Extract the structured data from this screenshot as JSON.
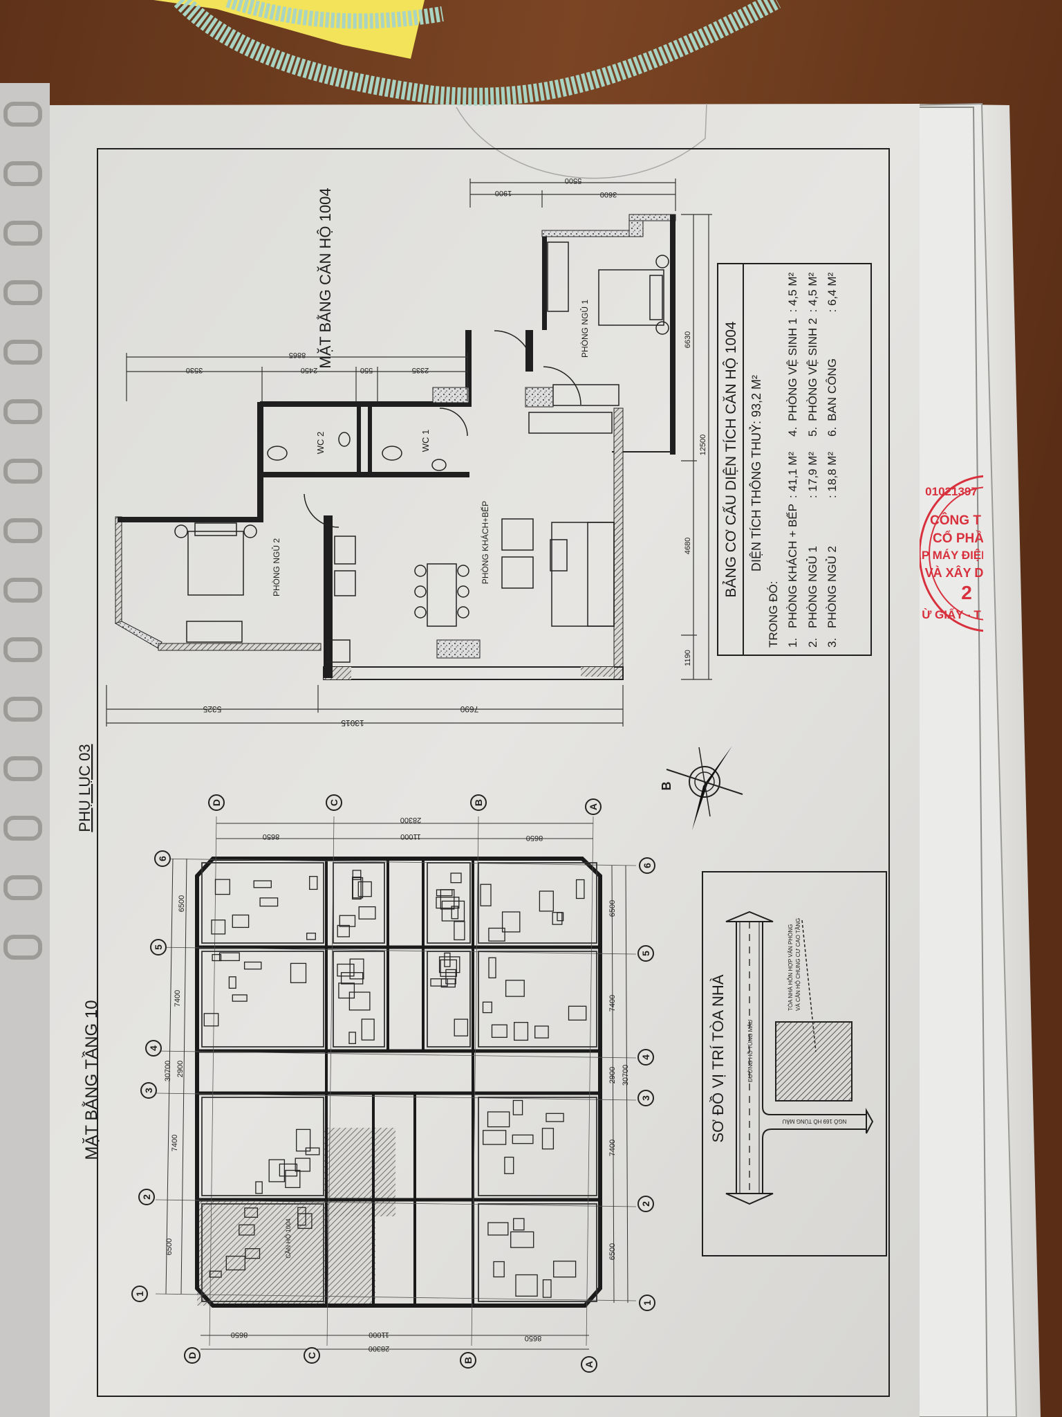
{
  "apartment_plan": {
    "title": "MẶT BẰNG CĂN HỘ 1004",
    "rooms": {
      "bedroom_1": "PHÒNG NGỦ 1",
      "bedroom_2": "PHÒNG NGỦ 2",
      "wc_1": "WC 1",
      "wc_2": "WC 2",
      "living_kitchen": "PHÒNG KHÁCH+BẾP"
    },
    "dimensions": {
      "top_total": "8865",
      "top_segments": [
        "3530",
        "2450",
        "550",
        "2335"
      ],
      "balcony_total": "5500",
      "balcony_segments": [
        "1900",
        "3600"
      ],
      "right_total": "12500",
      "right_segments": [
        "6630",
        "4680",
        "1190"
      ],
      "bottom_total": "13015",
      "bottom_segments": [
        "5325",
        "7690"
      ]
    }
  },
  "area_table": {
    "title": "BẢNG CƠ CẤU DIỆN TÍCH CĂN HỘ 1004",
    "total": "DIỆN TÍCH THÔNG THUỶ: 93,2 M²",
    "intro": "TRONG ĐÓ:",
    "items": [
      {
        "num": "1.",
        "label": "PHÒNG KHÁCH + BẾP",
        "value": ": 41,1 M²"
      },
      {
        "num": "2.",
        "label": "PHÒNG NGỦ 1",
        "value": ": 17,9 M²"
      },
      {
        "num": "3.",
        "label": "PHÒNG NGỦ 2",
        "value": ": 18,8 M²"
      },
      {
        "num": "4.",
        "label": "PHÒNG VỆ SINH 1",
        "value": ": 4,5 M²"
      },
      {
        "num": "5.",
        "label": "PHÒNG VỆ SINH 2",
        "value": ": 4,5 M²"
      },
      {
        "num": "6.",
        "label": "BAN CÔNG",
        "value": ": 6,4 M²"
      }
    ]
  },
  "appendix_label": "PHỤ LỤC 03",
  "floor_plan": {
    "title": "MẶT BẰNG TẦNG 10",
    "unit_label": "CĂN HỘ 1004",
    "grid_letters": [
      "D",
      "C",
      "B",
      "A"
    ],
    "grid_numbers": [
      "6",
      "5",
      "4",
      "3",
      "2",
      "1"
    ],
    "dims_horizontal": {
      "total": "28300",
      "segments": [
        "8650",
        "11000",
        "8650"
      ]
    },
    "dims_vertical": {
      "total": "30700",
      "segments": [
        "6500",
        "7400",
        "2900",
        "7400",
        "6500"
      ]
    }
  },
  "compass": {
    "label": "B",
    "icon": "north-arrow-icon"
  },
  "site_plan": {
    "title": "SƠ ĐỒ VỊ TRÍ TÒA NHÀ",
    "main_road": "ĐƯỜNG HỒ TÙNG MẬU",
    "side_road": "NGÕ 169 HỒ TÙNG MẬU",
    "building_label_1": "TÒA NHÀ HỖN HỢP VĂN PHÒNG",
    "building_label_2": "VÀ CĂN HỘ CHUNG CƯ CAO TẦNG"
  },
  "stamp": {
    "lines": [
      "01021397",
      "CÔNG T",
      "CỔ PHẦ",
      "ẮP MÁY ĐIỆN",
      "VÀ XÂY D",
      "2",
      "Ừ GIẤY - T"
    ]
  },
  "colors": {
    "paper": "#e2e1de",
    "ink": "#1f1f1f",
    "wood": "#6d3d1f",
    "stamp": "#d8303c",
    "cable": "#a9d4c4",
    "sticky_note": "#f2e35a"
  }
}
